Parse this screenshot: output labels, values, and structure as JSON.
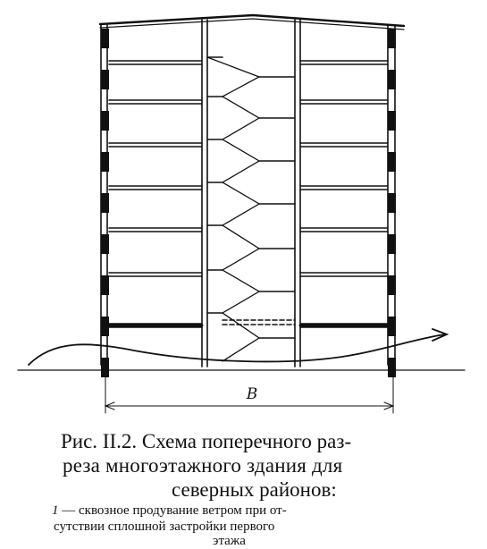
{
  "figure": {
    "dimension_label": "B",
    "floor_count": 8
  },
  "caption": {
    "line1": "Рис. II.2. Схема поперечного раз-",
    "line2": "реза  многоэтажного  здания для",
    "line3": "северных районов:"
  },
  "legend": {
    "item_number": "1",
    "line1_text": " — сквозное продувание ветром при от-",
    "line2": "сутствии сплошной застройки первого",
    "line3": "этажа"
  }
}
